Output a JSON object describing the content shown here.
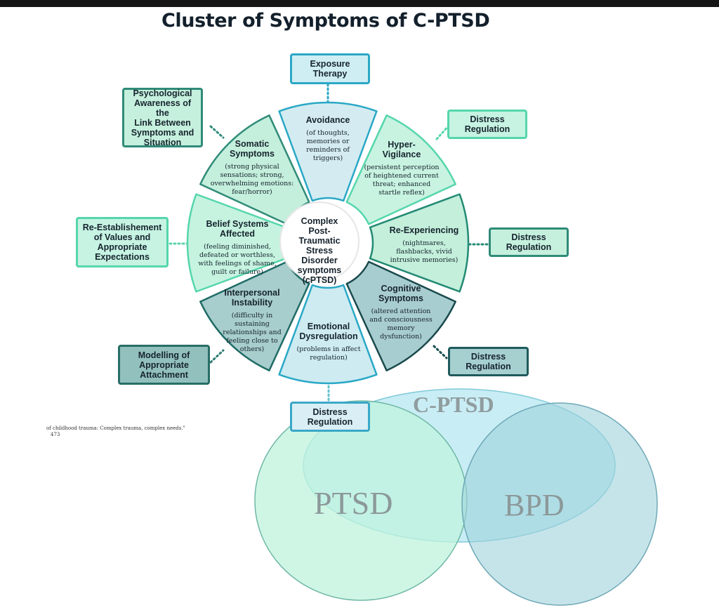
{
  "title": "Cluster of Symptoms of C-PTSD",
  "center": {
    "lines": [
      "Complex",
      "Post-Traumatic",
      "Stress Disorder",
      "symptoms",
      "(cPTSD)"
    ]
  },
  "segments": [
    {
      "key": "avoidance",
      "title": "Avoidance",
      "desc": "(of thoughts, memories or reminders of triggers)"
    },
    {
      "key": "hypervigilance",
      "title": "Hyper-Vigilance",
      "desc": "(persistent perception of heightened current threat; enhanced startle reflex)"
    },
    {
      "key": "reexperiencing",
      "title": "Re-Experiencing",
      "desc": "(nightmares, flashbacks, vivid intrusive memories)"
    },
    {
      "key": "cognitive",
      "title": "Cognitive Symptoms",
      "desc": "(altered attention and consciousness memory dysfunction)"
    },
    {
      "key": "emotional",
      "title": "Emotional Dysregulation",
      "desc": "(problems in affect regulation)"
    },
    {
      "key": "interpersonal",
      "title": "Interpersonal Instability",
      "desc": "(difficulty in sustaining relationships and feeling close to others)"
    },
    {
      "key": "belief",
      "title": "Belief Systems Affected",
      "desc": "(feeling diminished, defeated or worthless, with feelings of shame, guilt or failure)"
    },
    {
      "key": "somatic",
      "title": "Somatic Symptoms",
      "desc": "(strong physical sensations; strong, overwhelming emotions: fear/horror)"
    }
  ],
  "interventions": [
    {
      "key": "exposure",
      "lines": [
        "Exposure",
        "Therapy"
      ]
    },
    {
      "key": "distress_hyper",
      "lines": [
        "Distress",
        "Regulation"
      ]
    },
    {
      "key": "distress_reexp",
      "lines": [
        "Distress",
        "Regulation"
      ]
    },
    {
      "key": "distress_cog",
      "lines": [
        "Distress",
        "Regulation"
      ]
    },
    {
      "key": "distress_emo",
      "lines": [
        "Distress",
        "Regulation"
      ]
    },
    {
      "key": "modelling",
      "lines": [
        "Modelling of",
        "Appropriate",
        "Attachment"
      ]
    },
    {
      "key": "reestablish",
      "lines": [
        "Re-Establishement",
        "of Values and",
        "Appropriate",
        "Expectations"
      ]
    },
    {
      "key": "psychological",
      "lines": [
        "Psychological",
        "Awareness of the",
        "Link Between",
        "Symptoms and",
        "Situation"
      ]
    }
  ],
  "footnote": {
    "line1": "of childhood trauma: Complex trauma, complex needs.\"",
    "line2": "473"
  },
  "venn": {
    "cptsd": "C-PTSD",
    "ptsd": "PTSD",
    "bpd": "BPD"
  },
  "colors": {
    "green_dark": "#2f8b78",
    "mint": "#c6f3e2",
    "blue": "#cfeef3",
    "teal": "#a6cfd0",
    "venn_cptsd": "#bfeaf3",
    "venn_ptsd": "#bff3dc",
    "venn_bpd": "#9ed2dc"
  }
}
